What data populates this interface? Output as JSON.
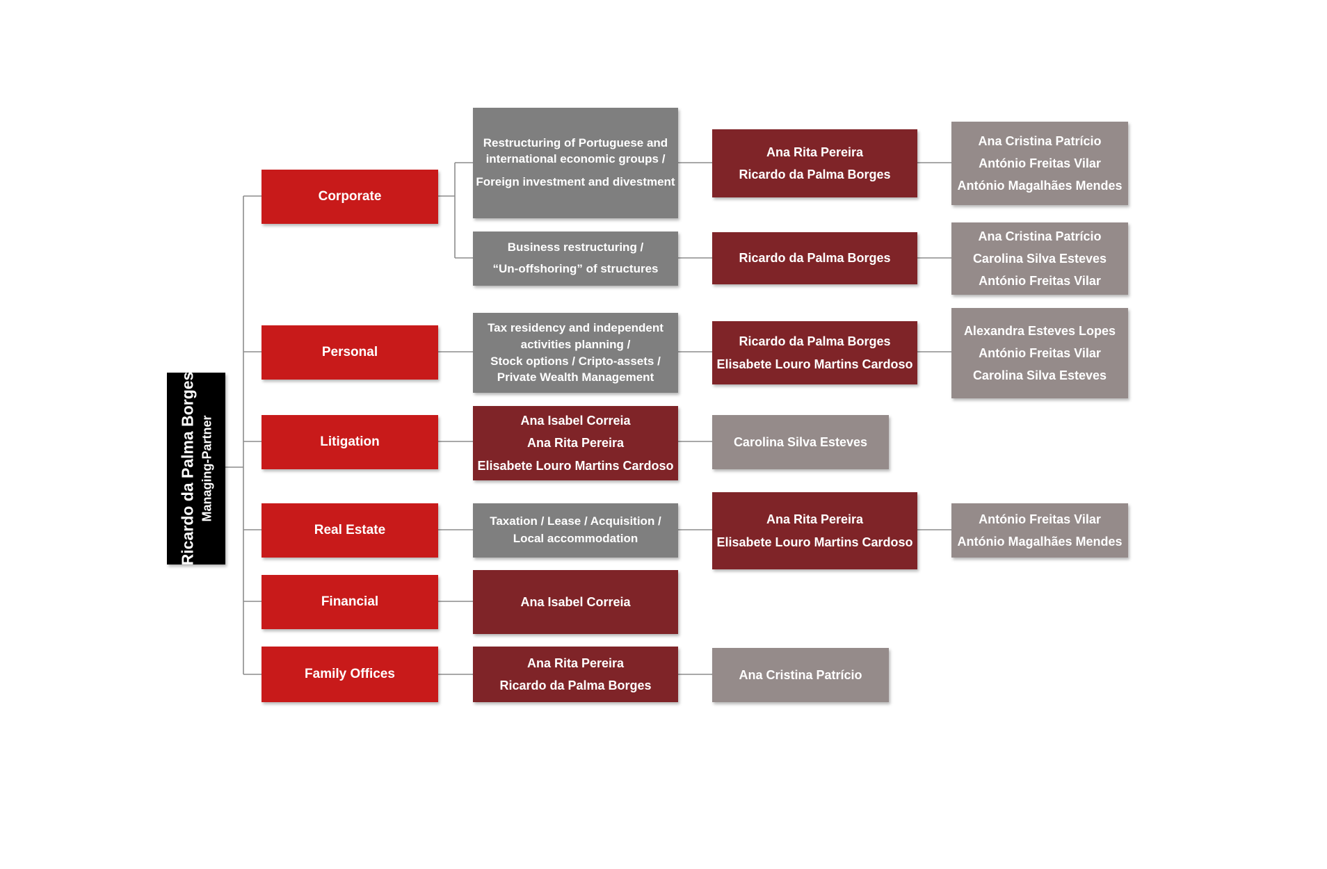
{
  "root": {
    "name": "Ricardo da Palma Borges",
    "title": "Managing-Partner"
  },
  "areas": {
    "corporate": "Corporate",
    "personal": "Personal",
    "litigation": "Litigation",
    "real_estate": "Real Estate",
    "financial": "Financial",
    "family_offices": "Family Offices"
  },
  "corporate": {
    "restructuring": {
      "topic": [
        "Restructuring of Portuguese and",
        "international economic groups /",
        "Foreign investment and divestment"
      ],
      "partners": [
        "Ana Rita Pereira",
        "Ricardo da Palma Borges"
      ],
      "associates": [
        "Ana Cristina Patrício",
        "António Freitas Vilar",
        "António Magalhães Mendes"
      ]
    },
    "business": {
      "topic": [
        "Business restructuring /",
        "“Un-offshoring” of structures"
      ],
      "partners": [
        "Ricardo da Palma Borges"
      ],
      "associates": [
        "Ana Cristina Patrício",
        "Carolina Silva Esteves",
        "António Freitas Vilar"
      ]
    }
  },
  "personal": {
    "topic": [
      "Tax residency and independent",
      "activities planning /",
      "Stock options / Cripto-assets /",
      "Private Wealth Management"
    ],
    "partners": [
      "Ricardo da Palma Borges",
      "Elisabete Louro Martins Cardoso"
    ],
    "associates": [
      "Alexandra Esteves Lopes",
      "António Freitas Vilar",
      "Carolina Silva Esteves"
    ]
  },
  "litigation": {
    "partners": [
      "Ana Isabel Correia",
      "Ana Rita Pereira",
      "Elisabete Louro Martins Cardoso"
    ],
    "associates": [
      "Carolina Silva Esteves"
    ]
  },
  "real_estate": {
    "topic": [
      "Taxation / Lease / Acquisition /",
      "Local accommodation"
    ],
    "partners": [
      "Ana Rita Pereira",
      "Elisabete Louro Martins Cardoso"
    ],
    "associates": [
      "António Freitas Vilar",
      "António Magalhães Mendes"
    ]
  },
  "financial": {
    "partners": [
      "Ana Isabel Correia"
    ]
  },
  "family_offices": {
    "partners": [
      "Ana Rita Pereira",
      "Ricardo da Palma Borges"
    ],
    "associates": [
      "Ana Cristina Patrício"
    ]
  },
  "colors": {
    "root": "#000000",
    "area": "#c81a1a",
    "topic": "#7f7f7f",
    "partner": "#7f2428",
    "associate": "#958b8a",
    "connector": "#8c8c8c"
  }
}
